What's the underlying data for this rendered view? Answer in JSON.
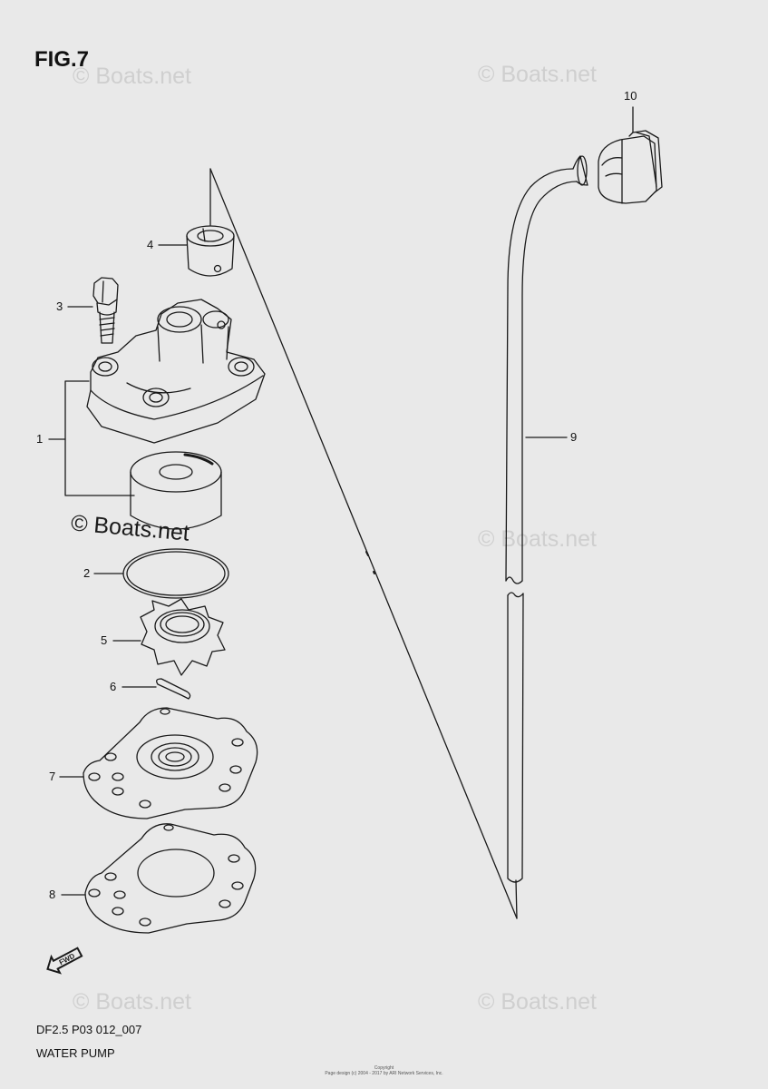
{
  "figure": {
    "title": "FIG.7"
  },
  "watermarks": {
    "top_left": "© Boats.net",
    "top_right": "© Boats.net",
    "mid_left": "© Boats.net",
    "mid_right": "© Boats.net",
    "bottom_left": "© Boats.net",
    "bottom_right": "© Boats.net"
  },
  "callouts": {
    "p1": "1",
    "p2": "2",
    "p3": "3",
    "p4": "4",
    "p5": "5",
    "p6": "6",
    "p7": "7",
    "p8": "8",
    "p9": "9",
    "p10": "10"
  },
  "direction_marker": "FWD",
  "footer": {
    "code": "DF2.5 P03 012_007",
    "name": "WATER PUMP",
    "copyright_1": "Copyright",
    "copyright_2": "Page design (c) 2004 - 2017 by ARI Network Services, Inc."
  },
  "colors": {
    "background": "#e9e9e9",
    "line": "#1a1a1a",
    "watermark": "#cfcfcf"
  }
}
